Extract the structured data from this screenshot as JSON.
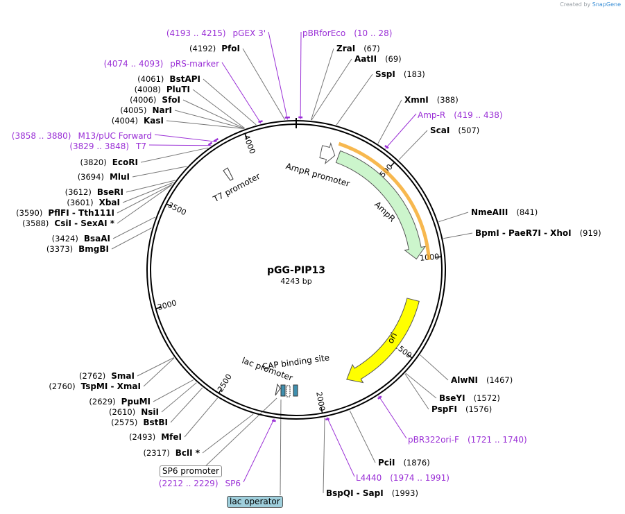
{
  "plasmid": {
    "name": "pGG-PIP13",
    "length_text": "4243 bp",
    "length": 4243
  },
  "credit": {
    "prefix": "Created by",
    "brand": "SnapGene"
  },
  "ticks": [
    {
      "bp": 500,
      "label": "500"
    },
    {
      "bp": 1000,
      "label": "1000"
    },
    {
      "bp": 1500,
      "label": "1500"
    },
    {
      "bp": 2000,
      "label": "2000"
    },
    {
      "bp": 2500,
      "label": "2500"
    },
    {
      "bp": 3000,
      "label": "3000"
    },
    {
      "bp": 3500,
      "label": "3500"
    },
    {
      "bp": 4000,
      "label": "4000"
    }
  ],
  "enzymes": [
    {
      "id": "zrai",
      "name": "ZraI",
      "pos_text": "(67)",
      "bp": 67,
      "side": "right"
    },
    {
      "id": "aatii",
      "name": "AatII",
      "pos_text": "(69)",
      "bp": 69,
      "side": "right"
    },
    {
      "id": "sspi",
      "name": "SspI",
      "pos_text": "(183)",
      "bp": 183,
      "side": "right"
    },
    {
      "id": "xmni",
      "name": "XmnI",
      "pos_text": "(388)",
      "bp": 388,
      "side": "right"
    },
    {
      "id": "scai",
      "name": "ScaI",
      "pos_text": "(507)",
      "bp": 507,
      "side": "right"
    },
    {
      "id": "nmeaiii",
      "name": "NmeAIII",
      "pos_text": "(841)",
      "bp": 841,
      "side": "right"
    },
    {
      "id": "bpmi",
      "name": "BpmI  -  PaeR7I  -  XhoI",
      "pos_text": "(919)",
      "bp": 919,
      "side": "right"
    },
    {
      "id": "alwni",
      "name": "AlwNI",
      "pos_text": "(1467)",
      "bp": 1467,
      "side": "right"
    },
    {
      "id": "bseyi",
      "name": "BseYI",
      "pos_text": "(1572)",
      "bp": 1572,
      "side": "right"
    },
    {
      "id": "pspfi",
      "name": "PspFI",
      "pos_text": "(1576)",
      "bp": 1576,
      "side": "right"
    },
    {
      "id": "pcii",
      "name": "PciI",
      "pos_text": "(1876)",
      "bp": 1876,
      "side": "right"
    },
    {
      "id": "bspqi",
      "name": "BspQI  -  SapI",
      "pos_text": "(1993)",
      "bp": 1993,
      "side": "right"
    },
    {
      "id": "pfoi",
      "name": "PfoI",
      "pos_text": "(4192)",
      "bp": 4192,
      "side": "left"
    },
    {
      "id": "bstapi",
      "name": "BstAPI",
      "pos_text": "(4061)",
      "bp": 4061,
      "side": "left"
    },
    {
      "id": "pluti",
      "name": "PluTI",
      "pos_text": "(4008)",
      "bp": 4008,
      "side": "left"
    },
    {
      "id": "sfoi",
      "name": "SfoI",
      "pos_text": "(4006)",
      "bp": 4006,
      "side": "left"
    },
    {
      "id": "nari",
      "name": "NarI",
      "pos_text": "(4005)",
      "bp": 4005,
      "side": "left"
    },
    {
      "id": "kasi",
      "name": "KasI",
      "pos_text": "(4004)",
      "bp": 4004,
      "side": "left"
    },
    {
      "id": "ecori",
      "name": "EcoRI",
      "pos_text": "(3820)",
      "bp": 3820,
      "side": "left"
    },
    {
      "id": "mlui",
      "name": "MluI",
      "pos_text": "(3694)",
      "bp": 3694,
      "side": "left"
    },
    {
      "id": "bseri",
      "name": "BseRI",
      "pos_text": "(3612)",
      "bp": 3612,
      "side": "left"
    },
    {
      "id": "xbai",
      "name": "XbaI",
      "pos_text": "(3601)",
      "bp": 3601,
      "side": "left"
    },
    {
      "id": "pflfi",
      "name": "PflFI  -  Tth111I",
      "pos_text": "(3590)",
      "bp": 3590,
      "side": "left"
    },
    {
      "id": "csii",
      "name": "CsiI  -  SexAI *",
      "pos_text": "(3588)",
      "bp": 3588,
      "side": "left"
    },
    {
      "id": "bsaai",
      "name": "BsaAI",
      "pos_text": "(3424)",
      "bp": 3424,
      "side": "left"
    },
    {
      "id": "bmgbi",
      "name": "BmgBI",
      "pos_text": "(3373)",
      "bp": 3373,
      "side": "left"
    },
    {
      "id": "smai",
      "name": "SmaI",
      "pos_text": "(2762)",
      "bp": 2762,
      "side": "left"
    },
    {
      "id": "tspmi",
      "name": "TspMI  -  XmaI",
      "pos_text": "(2760)",
      "bp": 2760,
      "side": "left"
    },
    {
      "id": "ppumi",
      "name": "PpuMI",
      "pos_text": "(2629)",
      "bp": 2629,
      "side": "left"
    },
    {
      "id": "nsii",
      "name": "NsiI",
      "pos_text": "(2610)",
      "bp": 2610,
      "side": "left"
    },
    {
      "id": "bstbi",
      "name": "BstBI",
      "pos_text": "(2575)",
      "bp": 2575,
      "side": "left"
    },
    {
      "id": "mfei",
      "name": "MfeI",
      "pos_text": "(2493)",
      "bp": 2493,
      "side": "left"
    },
    {
      "id": "bcli",
      "name": "BclI *",
      "pos_text": "(2317)",
      "bp": 2317,
      "side": "left"
    }
  ],
  "primers": [
    {
      "id": "pgex3",
      "name": "pGEX 3'",
      "range_text": "(4193 .. 4215)",
      "start": 4193,
      "end": 4215,
      "side": "left"
    },
    {
      "id": "pbrforeco",
      "name": "pBRforEco",
      "range_text": "(10 .. 28)",
      "start": 10,
      "end": 28,
      "side": "right"
    },
    {
      "id": "prsmarker",
      "name": "pRS-marker",
      "range_text": "(4074 .. 4093)",
      "start": 4074,
      "end": 4093,
      "side": "left"
    },
    {
      "id": "ampr_p",
      "name": "Amp-R",
      "range_text": "(419 .. 438)",
      "start": 419,
      "end": 438,
      "side": "right"
    },
    {
      "id": "m13puc",
      "name": "M13/pUC Forward",
      "range_text": "(3858 .. 3880)",
      "start": 3858,
      "end": 3880,
      "side": "left"
    },
    {
      "id": "t7",
      "name": "T7",
      "range_text": "(3829 .. 3848)",
      "start": 3829,
      "end": 3848,
      "side": "left"
    },
    {
      "id": "pbr322ori",
      "name": "pBR322ori-F",
      "range_text": "(1721 .. 1740)",
      "start": 1721,
      "end": 1740,
      "side": "right"
    },
    {
      "id": "l4440",
      "name": "L4440",
      "range_text": "(1974 .. 1991)",
      "start": 1974,
      "end": 1991,
      "side": "right"
    },
    {
      "id": "sp6",
      "name": "SP6",
      "range_text": "(2212 .. 2229)",
      "start": 2212,
      "end": 2229,
      "side": "left"
    }
  ],
  "features": [
    {
      "id": "ampr",
      "name": "AmpR",
      "color": "#ccf5cc"
    },
    {
      "id": "ampr_promoter",
      "name": "AmpR promoter",
      "color": "#ffffff"
    },
    {
      "id": "ori",
      "name": "ori",
      "color": "#ffff00"
    },
    {
      "id": "t7_promoter",
      "name": "T7 promoter",
      "color": "#ffffff"
    },
    {
      "id": "cap_site",
      "name": "CAP binding site",
      "color": "#3f8fae"
    },
    {
      "id": "lac_promoter",
      "name": "lac promoter",
      "color": "#ffffff"
    },
    {
      "id": "lac_operator",
      "name": "lac operator",
      "color": "#9fcfdc"
    },
    {
      "id": "sp6_promoter",
      "name": "SP6 promoter",
      "color": "#ffffff"
    }
  ],
  "colors": {
    "primer": "#9a2fd6",
    "orf_highlight": "#f5a623",
    "backbone": "#000000"
  }
}
